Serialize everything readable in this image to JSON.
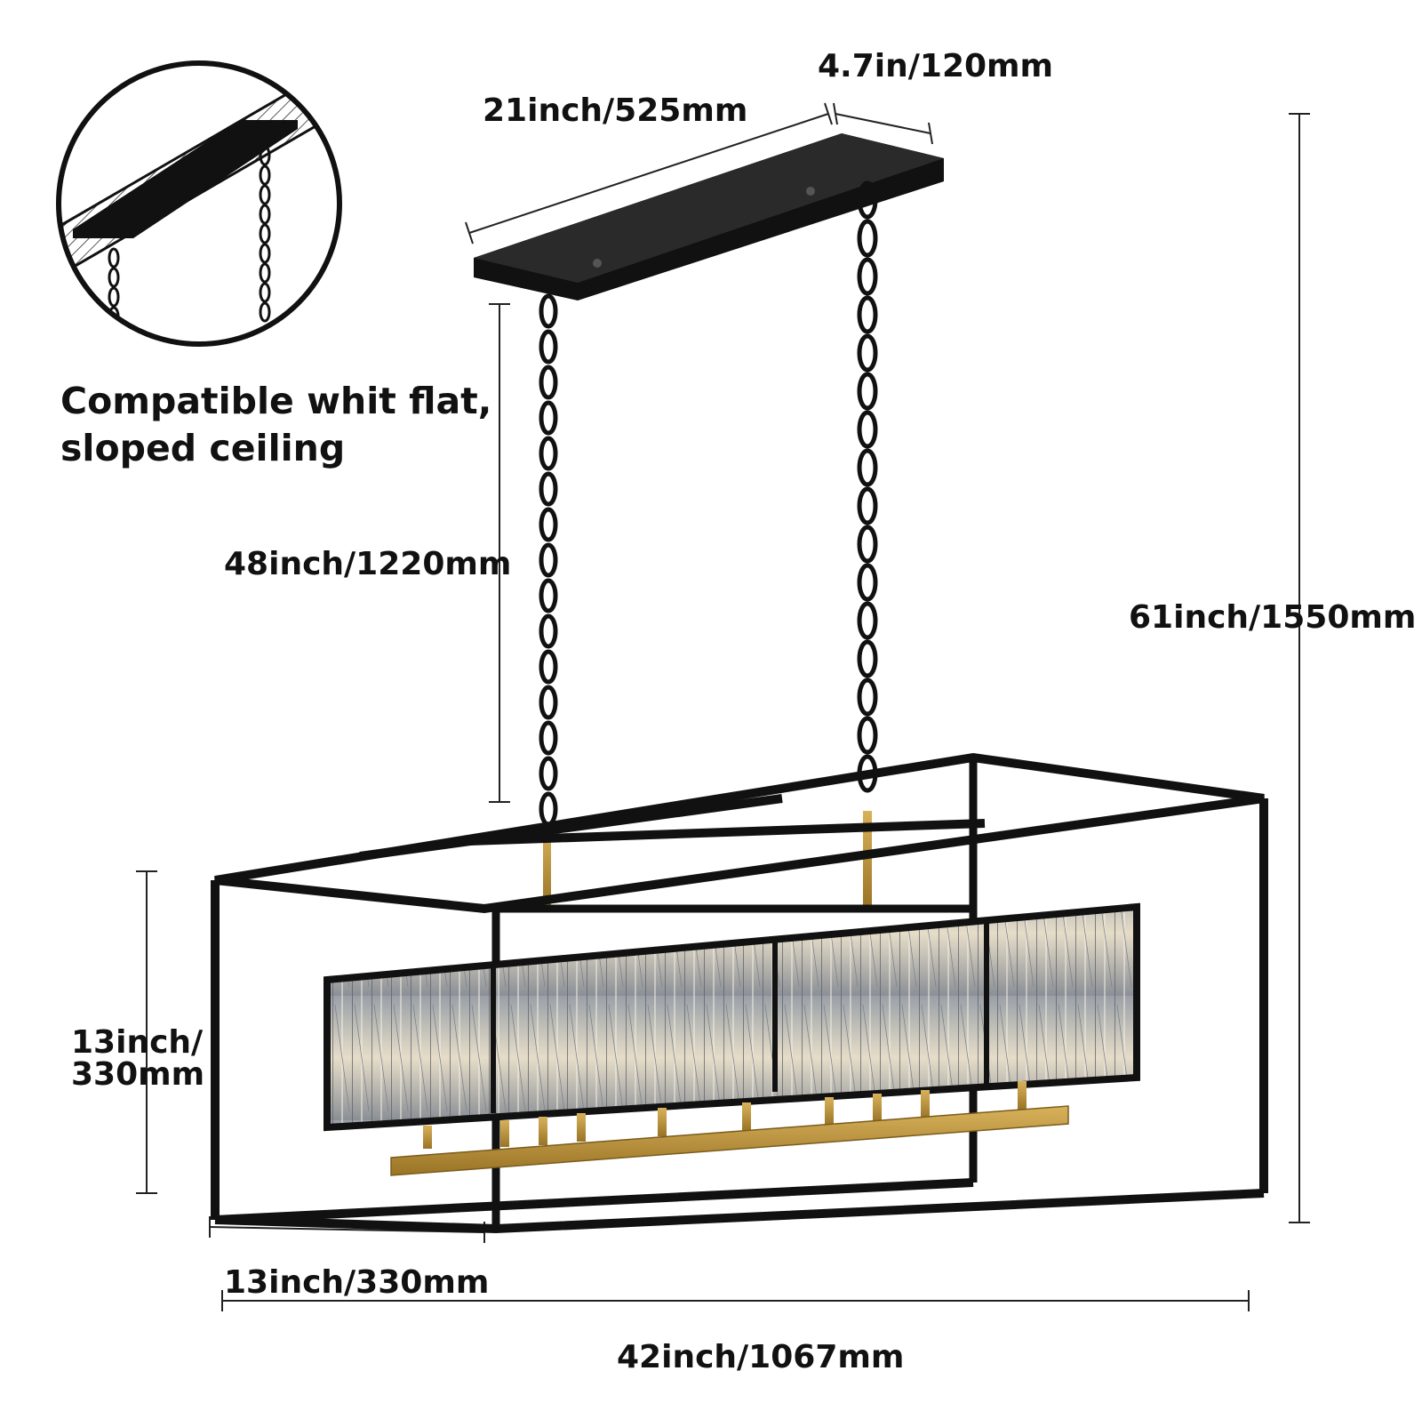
{
  "caption": {
    "line1": "Compatible whit flat,",
    "line2": "sloped ceiling"
  },
  "dimensions": {
    "plate_length": "21inch/525mm",
    "plate_width": "4.7in/120mm",
    "chain_length": "48inch/1220mm",
    "total_height": "61inch/1550mm",
    "frame_height_line1": "13inch/",
    "frame_height_line2": "330mm",
    "frame_depth": "13inch/330mm",
    "frame_length": "42inch/1067mm"
  },
  "colors": {
    "frame": "#111111",
    "brass": "#b8913a",
    "crystal": "#c9c6c0",
    "dimension_line": "#222222"
  },
  "icons": {
    "inset": "sloped-ceiling-mount-icon",
    "fixture": "chandelier-illustration"
  }
}
